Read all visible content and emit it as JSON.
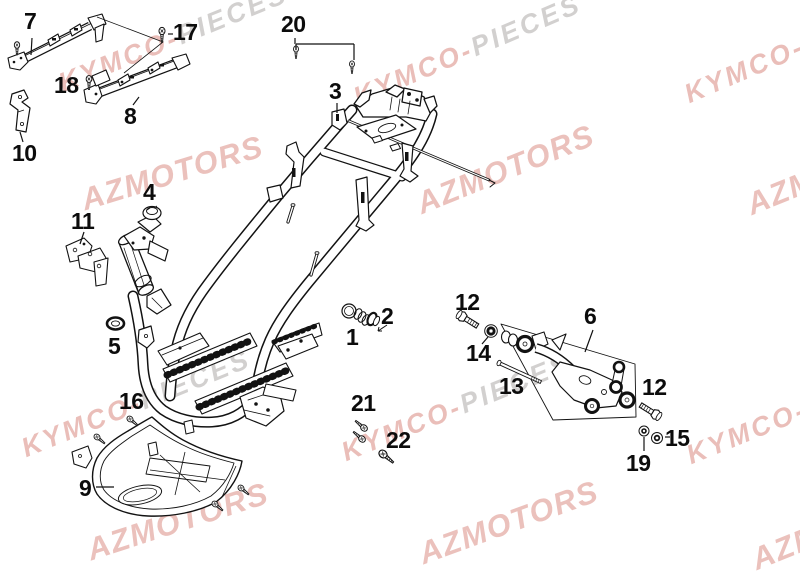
{
  "page": {
    "background": "#ffffff",
    "ink": "#121212"
  },
  "watermarks": {
    "kymco_head": "KYMCO-",
    "kymco_tail": "PIECES",
    "azmotors": "AZMOTORS",
    "pink": "#d57d74",
    "gray": "#8a8480"
  },
  "callouts": {
    "n1": "1",
    "n2": "2",
    "n3": "3",
    "n4": "4",
    "n5": "5",
    "n6": "6",
    "n7": "7",
    "n8": "8",
    "n9": "9",
    "n10": "10",
    "n11": "11",
    "n12": "12",
    "n13": "13",
    "n14": "14",
    "n15": "15",
    "n16": "16",
    "n17": "17",
    "n18": "18",
    "n19": "19",
    "n20": "20",
    "n21": "21",
    "n22": "22"
  }
}
